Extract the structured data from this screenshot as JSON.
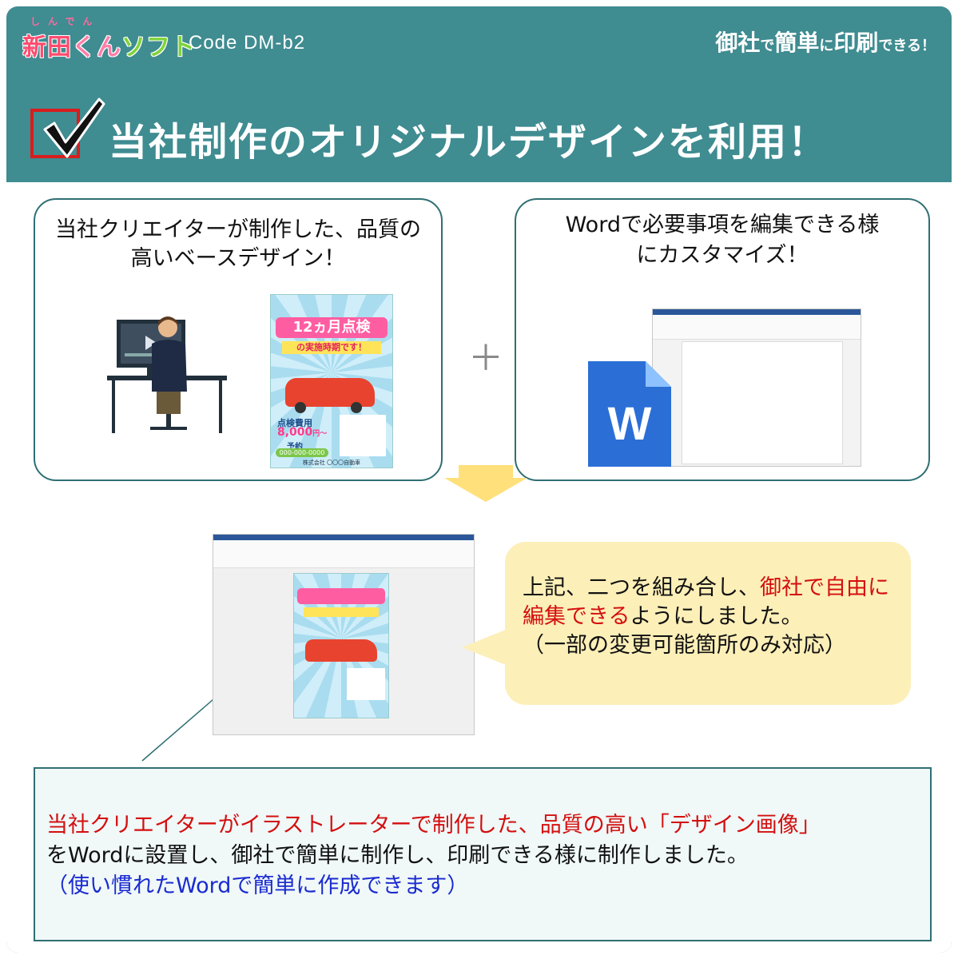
{
  "header": {
    "logo_ruby": "しんでん",
    "logo_parts": {
      "p1": "新",
      "p2": "田",
      "p3": "くん",
      "p4": "ソフト"
    },
    "code": "Code  DM-b2",
    "slogan": {
      "a": "御社",
      "b": "で",
      "c": "簡単",
      "d": "に",
      "e": "印刷",
      "f": "できる！"
    },
    "headline": "当社制作のオリジナルデザインを利用！"
  },
  "card_left": {
    "line1": "当社クリエイターが制作した、品質の",
    "line2": "高いベースデザイン！"
  },
  "card_right": {
    "line1": "Wordで必要事項を編集できる様",
    "line2": "にカスタマイズ！"
  },
  "flyer": {
    "heading": "12ヵ月点検",
    "subheading": "の実施時期です！",
    "price_label": "点検費用",
    "price": "8,000",
    "price_unit": "円～",
    "reservation": "予約",
    "phone": "000-000-0000",
    "company": "株式会社 〇〇〇自動車"
  },
  "word_icon": {
    "letter": "W"
  },
  "plus_symbol": "＋",
  "bubble": {
    "line1": "上記、二つを組み合し、",
    "line1_red": "御社で自由に",
    "line2_red": "編集できる",
    "line2": "ようにしました。",
    "line3": "（一部の変更可能箇所のみ対応）"
  },
  "note": {
    "red": "当社クリエイターがイラストレーターで制作した、品質の高い「デザイン画像」",
    "line2_rest": "をWordに設置し、御社で簡単に制作し、印刷できる様に制作しました。",
    "blue": "（使い慣れたWordで簡単に作成できます）"
  },
  "colors": {
    "frame": "#3f8c91",
    "checkbox_border": "#d91d1d",
    "arrow": "#ffe07a",
    "bubble": "#fcefb8",
    "word_blue": "#2b579a",
    "accent_red": "#d40f0f",
    "accent_blue": "#1a2bd0"
  },
  "icons": [
    "checkmark-icon",
    "computer-worker-illustration",
    "word-icon",
    "down-arrow-icon",
    "plus-icon"
  ]
}
